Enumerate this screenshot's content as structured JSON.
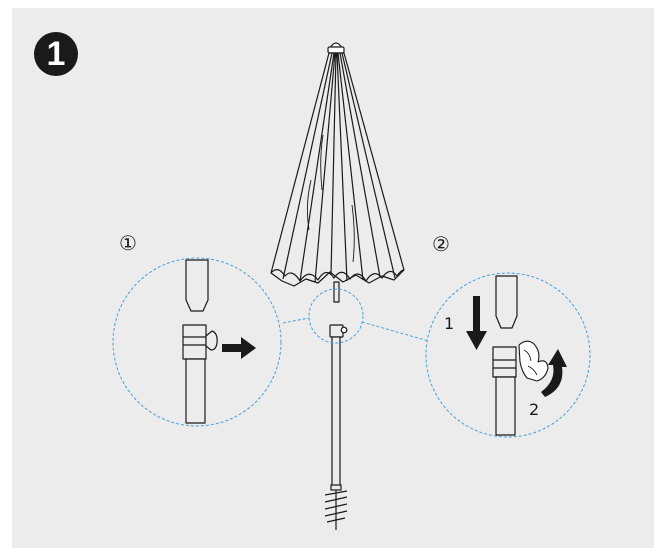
{
  "step": {
    "number": "1"
  },
  "detail_left": {
    "label": "①"
  },
  "detail_right": {
    "label": "②",
    "action_1": "1",
    "action_2": "2"
  },
  "colors": {
    "background": "#ececec",
    "line": "#1a1a1a",
    "detail_circle": "#4a9fd8"
  },
  "icons": [
    "push-arrow-icon",
    "down-arrow-icon",
    "rotate-arrow-icon",
    "hand-icon"
  ]
}
